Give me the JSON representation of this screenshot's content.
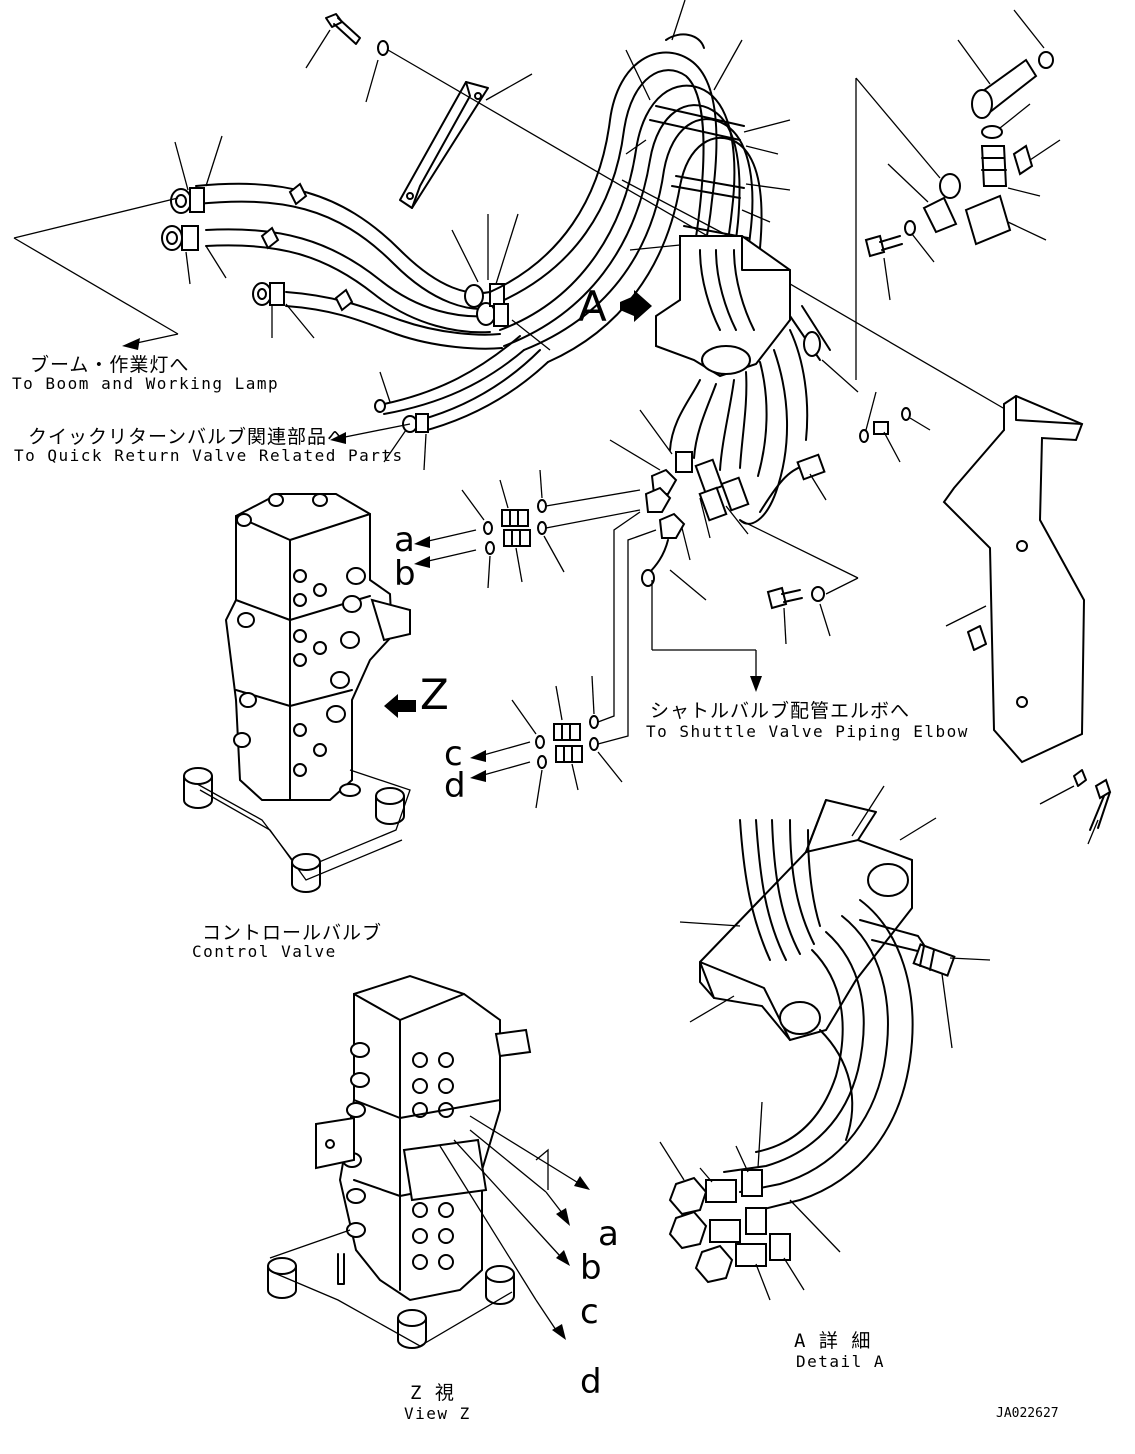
{
  "callouts": {
    "boom_work_light": {
      "jp": "ブーム・作業灯へ",
      "en": "To Boom and Working Lamp"
    },
    "quick_return": {
      "jp": "クイックリターンバルブ関連部品へ",
      "en": "To Quick Return Valve Related Parts"
    },
    "shuttle_valve": {
      "jp": "シャトルバルブ配管エルボへ",
      "en": "To Shuttle Valve Piping Elbow"
    },
    "control_valve": {
      "jp": "コントロールバルブ",
      "en": "Control Valve"
    },
    "detail_a": {
      "jp": "A 詳 細",
      "en": "Detail A"
    },
    "view_z": {
      "jp": "Z 視",
      "en": "View Z"
    }
  },
  "markers": {
    "view_arrow_a": "A",
    "view_arrow_z": "Z",
    "port_a": "a",
    "port_b": "b",
    "port_c": "c",
    "port_d": "d"
  },
  "drawing_number": "JA022627"
}
